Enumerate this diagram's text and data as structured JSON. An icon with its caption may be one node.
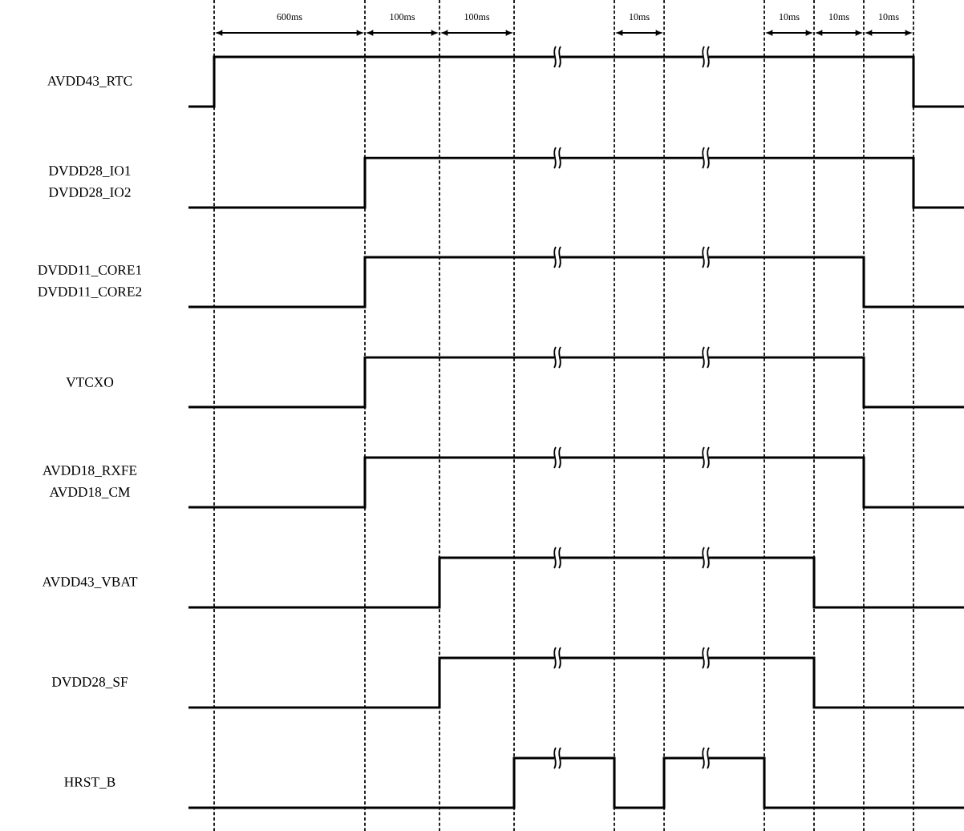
{
  "diagram": {
    "labels": [
      "600ms",
      "100ms",
      "100ms",
      "10ms",
      "10ms",
      "10ms",
      "10ms",
      "AVDD43_RTC",
      "DVDD28_IO1",
      "DVDD28_IO2",
      "DVDD11_CORE1",
      "DVDD11_CORE2",
      "VTCXO",
      "AVDD18_RXFE",
      "AVDD18_CM",
      "AVDD43_VBAT",
      "DVDD28_SF",
      "HRST_B"
    ]
  }
}
